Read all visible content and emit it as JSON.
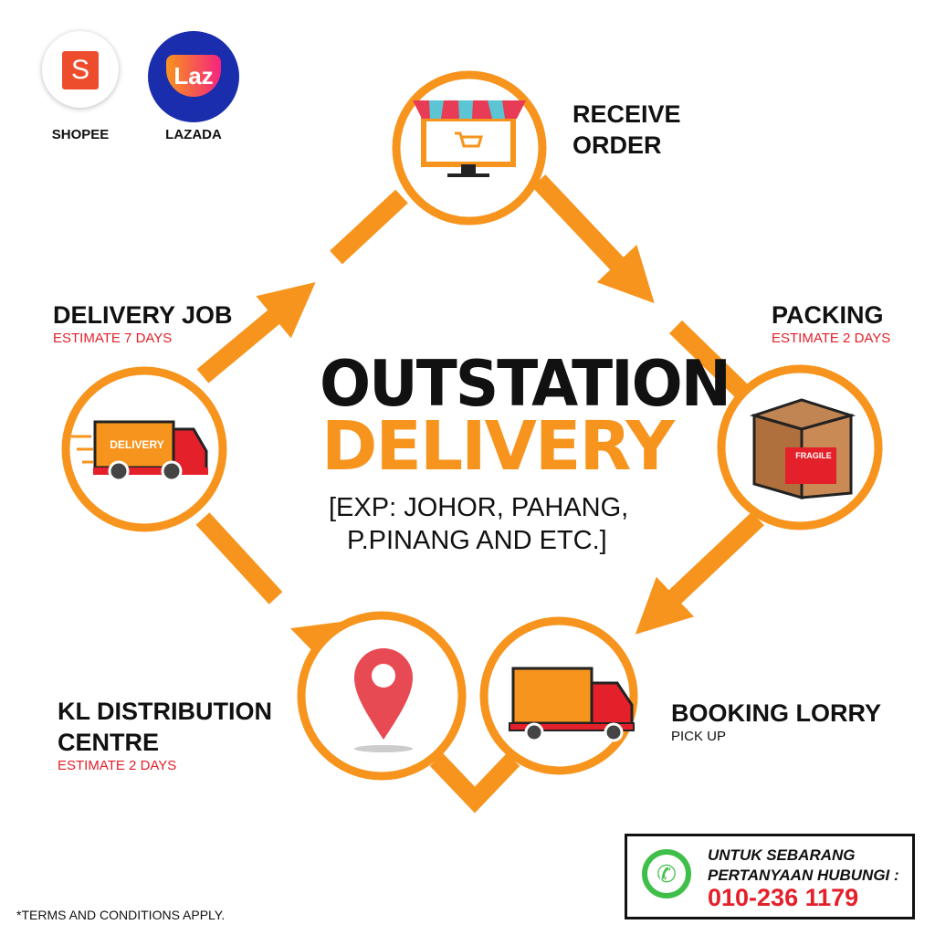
{
  "logos": [
    {
      "name": "SHOPEE",
      "glyph": "S",
      "color": "#ee4d2d"
    },
    {
      "name": "LAZADA",
      "glyph": "Laz",
      "color": "#1a2dad"
    }
  ],
  "title": {
    "line1": "OUTSTATION",
    "line2": "DELIVERY",
    "example_line1": "[EXP: JOHOR, PAHANG,",
    "example_line2": "P.PINANG AND ETC.]"
  },
  "steps": {
    "receive": {
      "title1": "RECEIVE",
      "title2": "ORDER"
    },
    "packing": {
      "title": "PACKING",
      "sub": "ESTIMATE 2 DAYS",
      "label": "FRAGILE"
    },
    "booking": {
      "title": "BOOKING LORRY",
      "sub": "PICK UP"
    },
    "kl": {
      "title1": "KL DISTRIBUTION",
      "title2": "CENTRE",
      "sub": "ESTIMATE 2 DAYS"
    },
    "delivery": {
      "title": "DELIVERY JOB",
      "sub": "ESTIMATE 7 DAYS",
      "truck_label": "DELIVERY"
    }
  },
  "contact": {
    "line1": "UNTUK SEBARANG",
    "line2": "PERTANYAAN HUBUNGI :",
    "phone": "010-236 1179"
  },
  "terms": "*TERMS AND CONDITIONS APPLY.",
  "colors": {
    "accent": "#f7941d",
    "red": "#e4202a",
    "whatsapp": "#3fbf4a"
  }
}
